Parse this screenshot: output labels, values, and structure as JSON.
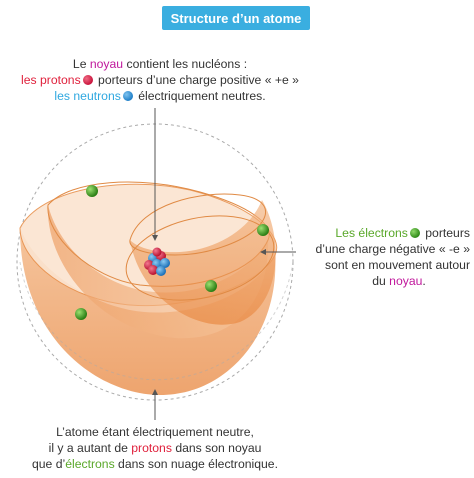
{
  "title": "Structure d’un atome",
  "nucleus_text": {
    "line1_prefix": "Le ",
    "line1_highlight": "noyau",
    "line1_suffix": " contient les nucléons :",
    "line2_highlight": "les protons",
    "line2_suffix": " porteurs d’une charge positive « +e »",
    "line3_highlight": "les neutrons",
    "line3_suffix": " électriquement neutres."
  },
  "electron_text": {
    "line1_highlight": "Les électrons",
    "line1_suffix": " porteurs",
    "line2": "d’une charge négative « -e »",
    "line3": "sont en mouvement autour",
    "line4_prefix": "du ",
    "line4_highlight": "noyau",
    "line4_suffix": "."
  },
  "bottom_text": {
    "line1": "L’atome étant électriquement neutre,",
    "line2_prefix": "il y a autant de ",
    "line2_highlight": "protons",
    "line2_suffix": " dans son noyau",
    "line3_prefix": "que d’",
    "line3_highlight": "électrons",
    "line3_suffix": " dans son nuage électronique."
  },
  "colors": {
    "title_bg": "#3aaee0",
    "noyau": "#c0189c",
    "protons": "#e0203c",
    "neutrons": "#2fa8e0",
    "electrons": "#5aa82a",
    "orbit": "#e8924e",
    "text": "#333333"
  },
  "icons": {
    "proton": "red-sphere-icon",
    "neutron": "blue-sphere-icon",
    "electron": "green-sphere-icon"
  }
}
